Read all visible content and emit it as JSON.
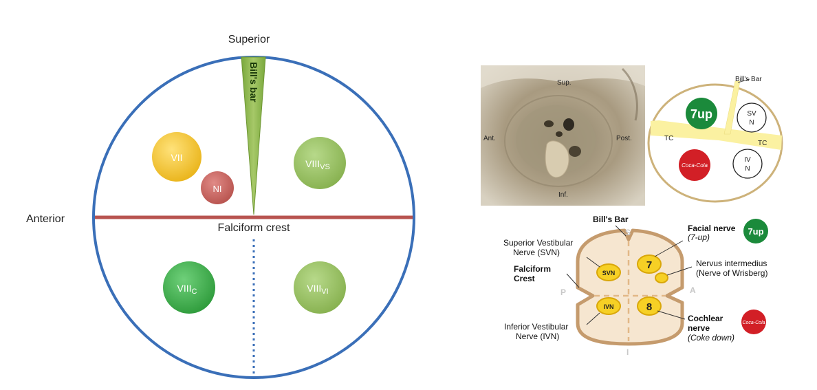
{
  "left": {
    "superior": "Superior",
    "anterior": "Anterior",
    "falciform": "Falciform crest",
    "bills_bar": "Bill's bar",
    "vii": "VII",
    "ni": "NI",
    "viii_vs": "VIII",
    "viii_vs_sub": "VS",
    "viii_c": "VIII",
    "viii_c_sub": "C",
    "viii_vi": "VIII",
    "viii_vi_sub": "VI",
    "colors": {
      "ring": "#3a6fb8",
      "crest": "#b85450",
      "dotted": "#3a6fb8",
      "bar": "#8db34a",
      "vii": "#f2c12e",
      "ni": "#c9625e",
      "viii_vs": "#98c063",
      "viii_c": "#3eb04a",
      "viii_vi": "#98c063"
    }
  },
  "photo": {
    "sup": "Sup.",
    "ant": "Ant.",
    "post": "Post.",
    "inf": "Inf."
  },
  "oval": {
    "bills_bar": "Bill's Bar",
    "tc_left": "TC",
    "tc_right": "TC",
    "svn_line1": "SV",
    "svn_line2": "N",
    "ivn_line1": "IV",
    "ivn_line2": "N",
    "logo_7up": "7up",
    "logo_coke": "Coca-Cola",
    "colors": {
      "outline": "#cdb27a",
      "band": "#fbf1a1"
    }
  },
  "schematic": {
    "bills_bar": "Bill's Bar",
    "s": "S",
    "p": "P",
    "a": "A",
    "i": "I",
    "svn_label_1": "Superior Vestibular",
    "svn_label_2": "Nerve (SVN)",
    "svn": "SVN",
    "falciform_1": "Falciform",
    "falciform_2": "Crest",
    "ivn_label_1": "Inferior Vestibular",
    "ivn_label_2": "Nerve (IVN)",
    "ivn": "IVN",
    "facial_1": "Facial nerve",
    "facial_2": "(7-up)",
    "seven": "7",
    "ni_1": "Nervus intermedius",
    "ni_2": "(Nerve of Wrisberg)",
    "eight": "8",
    "cochlear_1": "Cochlear",
    "cochlear_2": "nerve",
    "cochlear_3": "(Coke down)",
    "logo_7up": "7up",
    "logo_coke": "Coca-Cola",
    "colors": {
      "body": "#f6e6d0",
      "outline": "#c59b6d",
      "nerve": "#f6d025",
      "nerve_stroke": "#d9a70a"
    }
  }
}
